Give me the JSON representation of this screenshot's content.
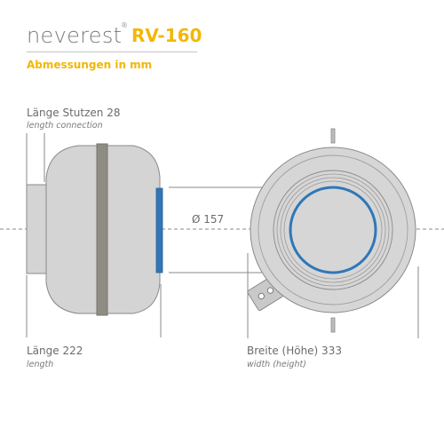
{
  "header": {
    "brand": "neverest",
    "registered": "®",
    "model": "RV-160",
    "subtitle": "Abmessungen in mm"
  },
  "dimensions": {
    "connection": {
      "label": "Länge Stutzen 28",
      "sublabel": "length connection"
    },
    "length": {
      "label": "Länge 222",
      "sublabel": "length"
    },
    "diameter": {
      "label": "Ø 157"
    },
    "width": {
      "label": "Breite (Höhe) 333",
      "sublabel": "width (height)"
    }
  },
  "colors": {
    "accent": "#f2b705",
    "flange": "#2f77b8",
    "body": "#d4d4d4",
    "band": "#8e8c83",
    "outline": "#8a8a8a"
  }
}
